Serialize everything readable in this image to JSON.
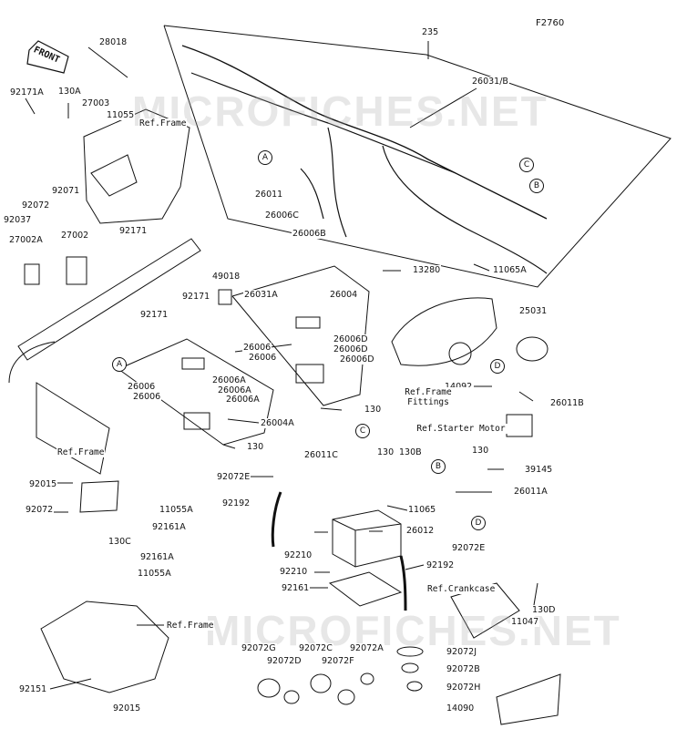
{
  "figure_code": "F2760",
  "front_label": "FRONT",
  "watermarks": [
    "MICROFICHES.NET",
    "MICROFICHES.NET"
  ],
  "part_labels": {
    "p28018": "28018",
    "p235": "235",
    "p92171A": "92171A",
    "p130A": "130A",
    "p27003": "27003",
    "p11055": "11055",
    "p26031B": "26031/B",
    "p92071": "92071",
    "p92072_1": "92072",
    "p92037": "92037",
    "p26011": "26011",
    "p26006C": "26006C",
    "p26006B": "26006B",
    "p92171_1": "92171",
    "p27002A": "27002A",
    "p27002": "27002",
    "p49018": "49018",
    "p13280": "13280",
    "p11065A": "11065A",
    "p92171_2": "92171",
    "p26031A": "26031A",
    "p26004": "26004",
    "p92171_3": "92171",
    "p26006D_1": "26006D",
    "p26006_1": "26006",
    "p26006D_2": "26006D",
    "p26006_2": "26006",
    "p26006D_3": "26006D",
    "p25031": "25031",
    "p26006_3": "26006",
    "p26006A_1": "26006A",
    "p26006A_2": "26006A",
    "p26006_4": "26006",
    "p26006A_3": "26006A",
    "p14092": "14092",
    "p26011B": "26011B",
    "p130_1": "130",
    "p26004A": "26004A",
    "p130_2": "130",
    "p26011C": "26011C",
    "p130_3": "130",
    "p130B": "130B",
    "p130_4": "130",
    "p39145": "39145",
    "p92072E_1": "92072E",
    "p92015_1": "92015",
    "p92192_1": "92192",
    "p11065": "11065",
    "p26011A": "26011A",
    "p92072_2": "92072",
    "p11055A_1": "11055A",
    "p92161A_1": "92161A",
    "p26012": "26012",
    "p130C": "130C",
    "p92161A_2": "92161A",
    "p92210_1": "92210",
    "p92072E_2": "92072E",
    "p11055A_2": "11055A",
    "p92210_2": "92210",
    "p92192_2": "92192",
    "p92161": "92161",
    "p130D": "130D",
    "p11047": "11047",
    "p92072G": "92072G",
    "p92072C": "92072C",
    "p92072A": "92072A",
    "p92072D": "92072D",
    "p92072F": "92072F",
    "p92072J": "92072J",
    "p92072B": "92072B",
    "p92151": "92151",
    "p92015_2": "92015",
    "p92072H": "92072H",
    "p14090": "14090"
  },
  "reference_labels": {
    "ref_frame_1": "Ref.Frame",
    "ref_frame_2": "Ref.Frame",
    "ref_frame_fittings": "Ref.Frame Fittings",
    "ref_starter_motor": "Ref.Starter Motor",
    "ref_crankcase": "Ref.Crankcase",
    "ref_frame_3": "Ref.Frame"
  },
  "callouts": [
    "A",
    "A",
    "B",
    "B",
    "C",
    "C",
    "D",
    "D"
  ]
}
